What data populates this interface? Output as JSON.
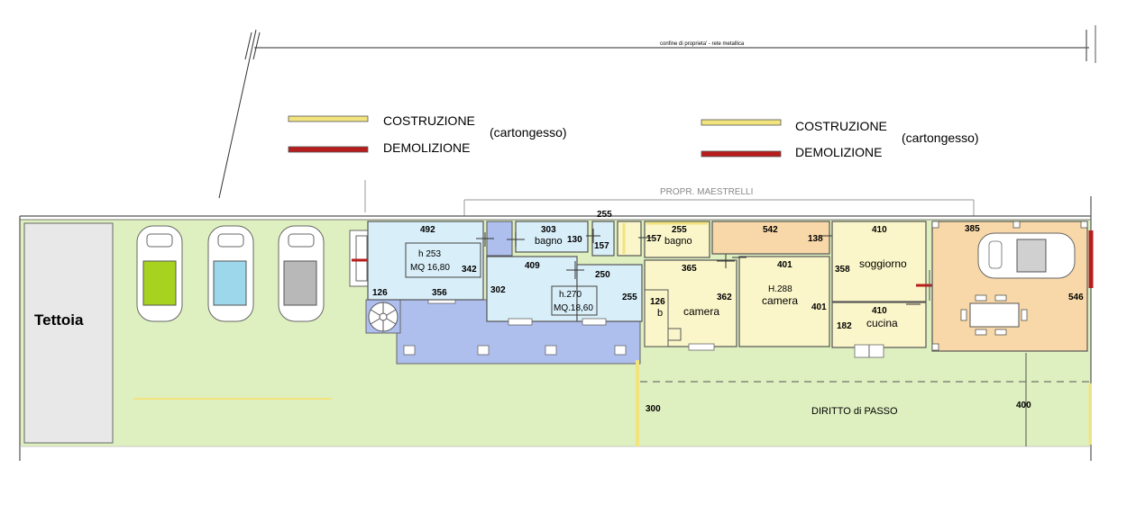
{
  "boundary_note": "confine di proprieta' - rete metallica",
  "neighbor_label": "PROPR. MAESTRELLI",
  "legend": [
    {
      "swatch_color": "#f1e37e",
      "label": "COSTRUZIONE",
      "note": "(cartongesso)"
    },
    {
      "swatch_color": "#b81d1d",
      "label": "DEMOLIZIONE"
    }
  ],
  "legend_copy": [
    {
      "swatch_color": "#f1e37e",
      "label": "COSTRUZIONE",
      "note": "(cartongesso)"
    },
    {
      "swatch_color": "#b81d1d",
      "label": "DEMOLIZIONE"
    }
  ],
  "tettoia_label": "Tettoia",
  "diritto_label": "DIRITTO di PASSO",
  "rooms": {
    "room1_h": "h 253",
    "room1_mq": "MQ 16,80",
    "room2_h": "h.270",
    "room2_mq": "MQ.18,60",
    "bagno1": "bagno",
    "bagno2": "bagno",
    "b_small": "b",
    "camera1": "camera",
    "camera2_h": "H.288",
    "camera2": "camera",
    "soggiorno": "soggiorno",
    "cucina": "cucina"
  },
  "dimensions": {
    "d492": "492",
    "d342": "342",
    "d126a": "126",
    "d356": "356",
    "d303": "303",
    "d130": "130",
    "d157a": "157",
    "d157b": "157",
    "d255top": "255",
    "d409": "409",
    "d302": "302",
    "d250": "250",
    "d255mid": "255",
    "d255bagno": "255",
    "d542": "542",
    "d138": "138",
    "d410a": "410",
    "d365": "365",
    "d362": "362",
    "d126b": "126",
    "d401a": "401",
    "d401b": "401",
    "d358": "358",
    "d410b": "410",
    "d182": "182",
    "d385": "385",
    "d546": "546",
    "d300": "300",
    "d400": "400"
  },
  "colors": {
    "garden": "#dff0c0",
    "blue_room": "#d8eef8",
    "yellow_room": "#fbf6c9",
    "orange_room": "#f8d8a8",
    "blue_patio": "#aebfee",
    "tettoia": "#e8e8e8",
    "car_green": "#a7d320",
    "car_blue": "#9dd7ec",
    "car_grey": "#b8b8b8"
  }
}
